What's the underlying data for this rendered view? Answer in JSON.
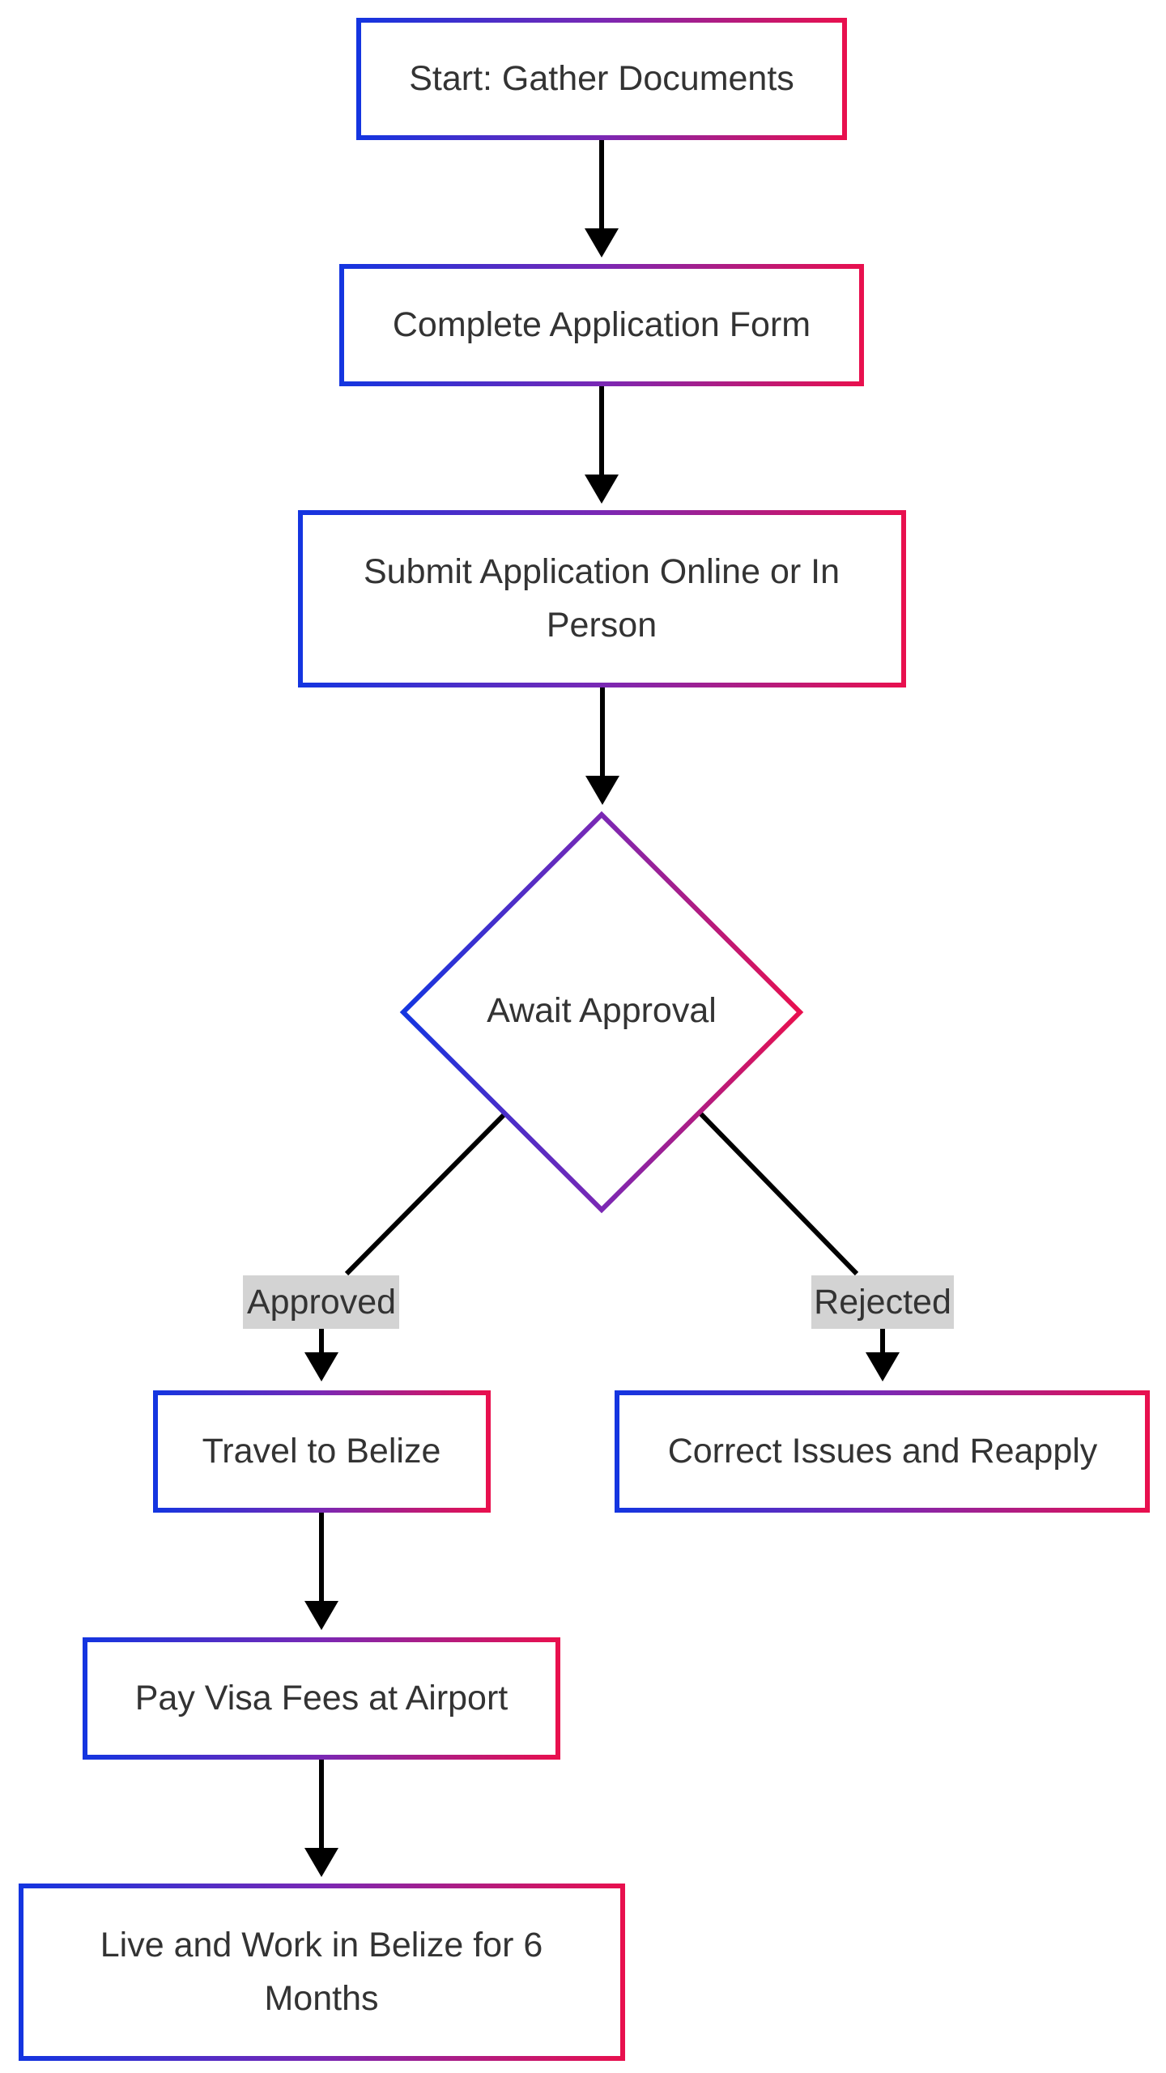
{
  "diagram": {
    "colors": {
      "gradient_start": "#1435e0",
      "gradient_mid": "#7a28b4",
      "gradient_end": "#e8104e",
      "edge": "#000000",
      "label_bg": "#d3d3d3",
      "text": "#333333",
      "node_fill": "#ffffff"
    },
    "nodes": {
      "start": {
        "lines": [
          "Start: Gather Documents"
        ]
      },
      "form": {
        "lines": [
          "Complete Application Form"
        ]
      },
      "submit": {
        "lines": [
          "Submit Application Online or In",
          "Person"
        ]
      },
      "approval": {
        "lines": [
          "Await Approval"
        ]
      },
      "travel": {
        "lines": [
          "Travel to Belize"
        ]
      },
      "correct": {
        "lines": [
          "Correct Issues and Reapply"
        ]
      },
      "pay": {
        "lines": [
          "Pay Visa Fees at Airport"
        ]
      },
      "live": {
        "lines": [
          "Live and Work in Belize for 6",
          "Months"
        ]
      }
    },
    "edges": {
      "approved": {
        "label": "Approved"
      },
      "rejected": {
        "label": "Rejected"
      }
    }
  }
}
